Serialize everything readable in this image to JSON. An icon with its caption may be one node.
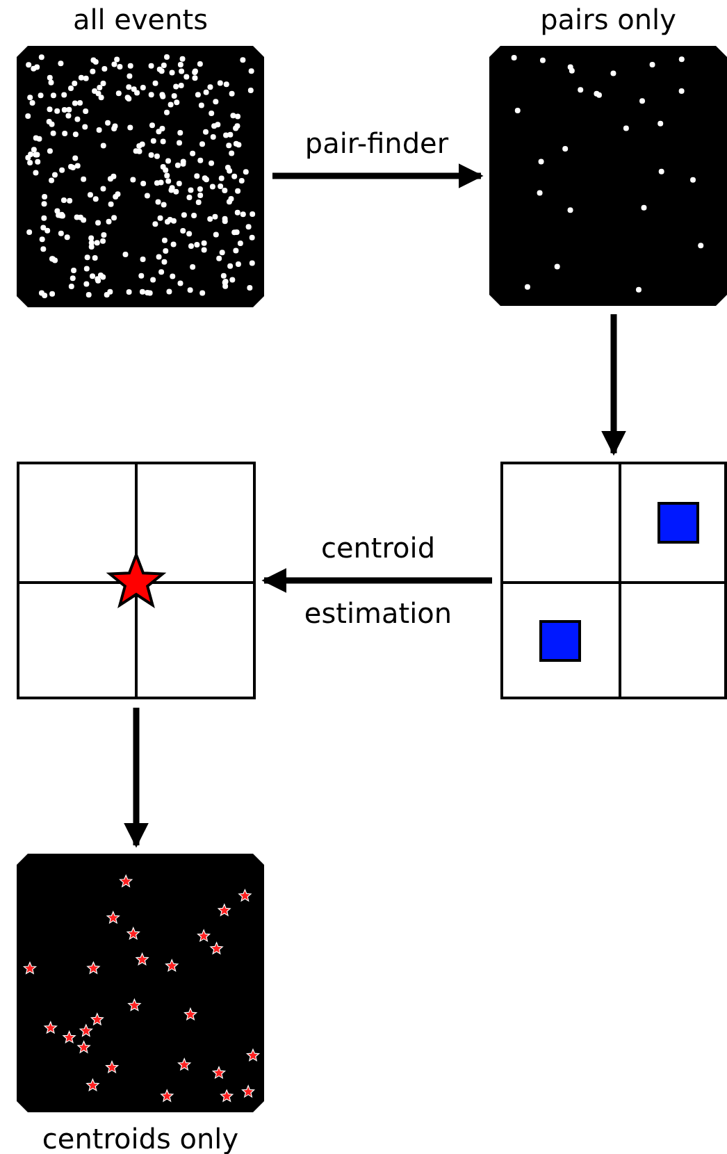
{
  "diagram": {
    "nodes": [
      {
        "text": [
          "all events"
        ]
      },
      {
        "text": [
          "pairs only"
        ]
      },
      {
        "text": [],
        "shape": "picture"
      },
      {
        "text": [],
        "shape": "picture"
      },
      {
        "text": [
          "centroids only"
        ]
      }
    ],
    "edges": [
      {
        "from": 0,
        "to": 1,
        "arrow": "to",
        "label": "pair-finder"
      },
      {
        "from": 1,
        "to": 3,
        "arrow": "to"
      },
      {
        "from": 3,
        "to": 2,
        "arrow": "to",
        "label": "centroid estimation"
      },
      {
        "from": 2,
        "to": 4,
        "arrow": "to"
      }
    ]
  }
}
